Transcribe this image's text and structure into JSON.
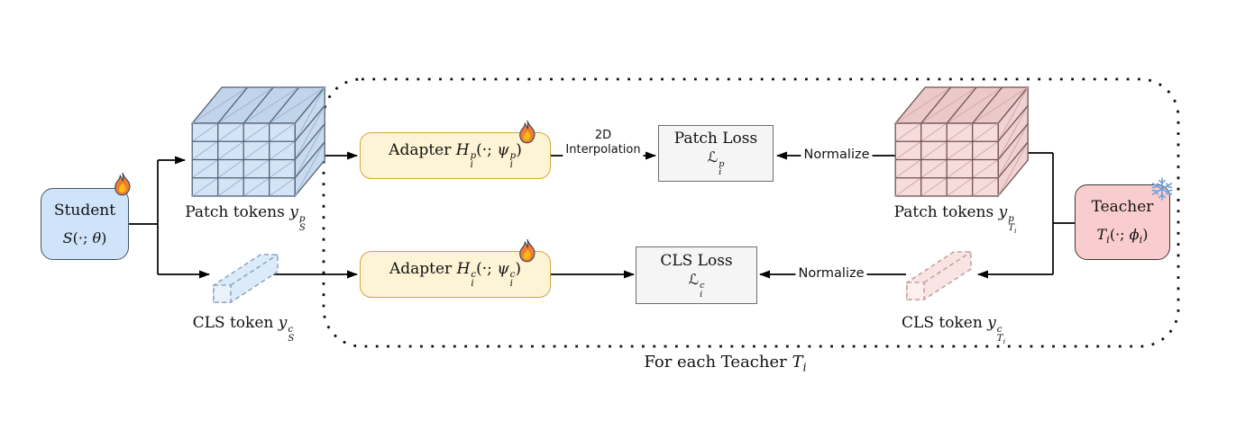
{
  "student": {
    "title": "Student",
    "formula": "<i>S</i>(·; <i>θ</i>)"
  },
  "teacher": {
    "title": "Teacher",
    "formula": "<i>T</i><sub><i>i</i></sub>(·; <i>ϕ</i><sub><i>i</i></sub>)"
  },
  "student_tokens": {
    "patch_label": "Patch tokens <i>y</i><span class='ss'><span><i>p</i></span><span><i>S</i></span></span>",
    "cls_label": "CLS token <i>y</i><span class='ss'><span><i>c</i></span><span><i>S</i></span></span>"
  },
  "teacher_tokens": {
    "patch_label": "Patch tokens <i>y</i><span class='ss'><span><i>p</i></span><span><i>T</i><sub><i>i</i></sub></span></span>",
    "cls_label": "CLS token <i>y</i><span class='ss'><span><i>c</i></span><span><i>T</i><sub><i>i</i></sub></span></span>"
  },
  "adapters": {
    "patch_label": "Adapter <i>H</i><span class='ss'><span><i>p</i></span><span><i>i</i></span></span>(·; <i>ψ</i><span class='ss'><span><i>p</i></span><span><i>i</i></span></span>)",
    "cls_label": "Adapter <i>H</i><span class='ss'><span><i>c</i></span><span><i>i</i></span></span>(·; <i>ψ</i><span class='ss'><span><i>c</i></span><span><i>i</i></span></span>)"
  },
  "losses": {
    "patch_title": "Patch Loss",
    "patch_formula": "ℒ<span class='ss'><span><i>p</i></span><span><i>i</i></span></span>",
    "cls_title": "CLS Loss",
    "cls_formula": "ℒ<span class='ss'><span><i>c</i></span><span><i>i</i></span></span>"
  },
  "edge_labels": {
    "interpolation_line1": "2D",
    "interpolation_line2": "Interpolation",
    "normalize_patch": "Normalize",
    "normalize_cls": "Normalize"
  },
  "container_label": "For each Teacher <i>T</i><sub><i>i</i></sub>",
  "icons": {
    "student_trainable": "flame-icon",
    "adapter_patch_trainable": "flame-icon",
    "adapter_cls_trainable": "flame-icon",
    "teacher_frozen": "snowflake-icon"
  },
  "colors": {
    "student_box_fill": "#cfe3f9",
    "student_box_stroke": "#45566b",
    "teacher_box_fill": "#f9cdcd",
    "teacher_box_stroke": "#3a3a3a",
    "adapter_fill": "#fdf4d5",
    "adapter_stroke": "#d1a73f",
    "loss_fill": "#f5f5f5",
    "loss_stroke": "#6e6e6e",
    "student_token_blue": "#d4e3f5",
    "teacher_token_pink": "#f6dcdc",
    "flame_orange": "#ed7d31",
    "snowflake_blue": "#6f9fd8",
    "arrow_black": "#000000"
  }
}
